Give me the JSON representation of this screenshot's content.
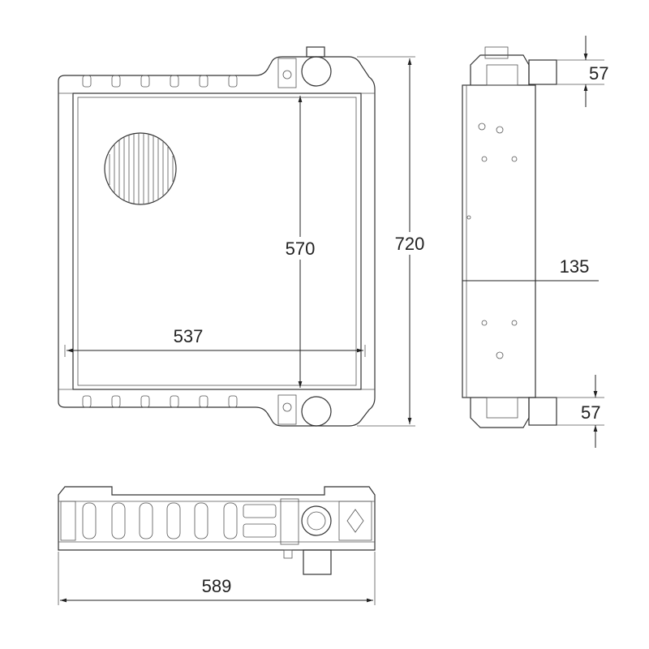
{
  "dimensions": {
    "overall_height": "720",
    "core_height": "570",
    "core_width": "537",
    "overall_width": "589",
    "depth": "135",
    "top_outlet_offset": "57",
    "bottom_outlet_offset": "57"
  },
  "colors": {
    "line": "#333333",
    "background": "#ffffff"
  }
}
